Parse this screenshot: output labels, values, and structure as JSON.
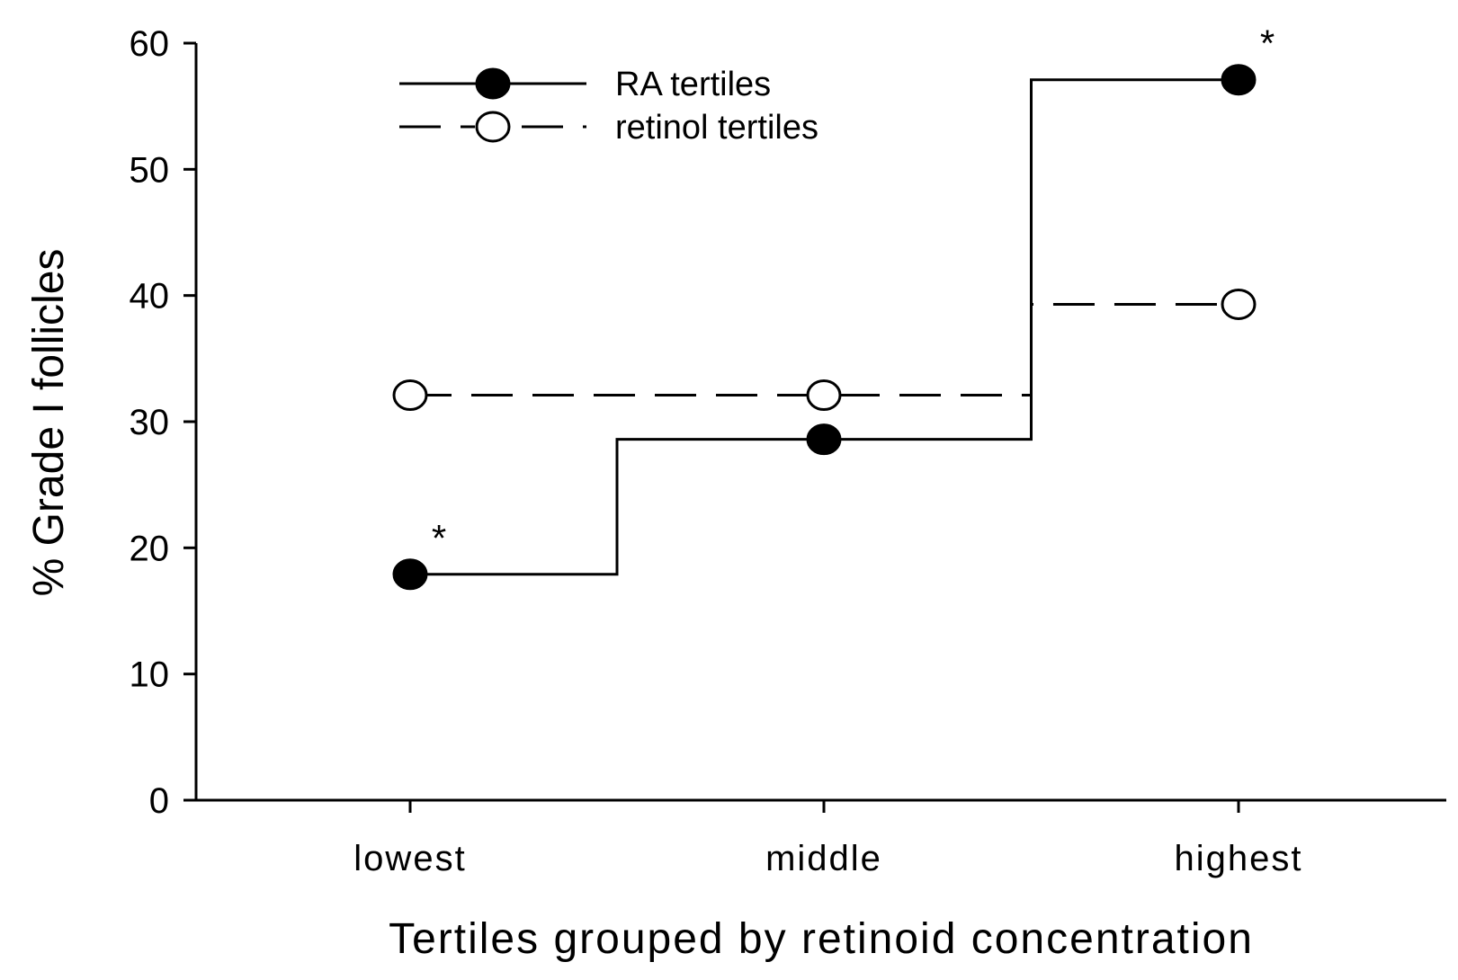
{
  "chart_data": {
    "type": "line",
    "step": true,
    "categories": [
      "lowest",
      "middle",
      "highest"
    ],
    "xlabel": "Tertiles grouped by retinoid concentration",
    "ylabel": "% Grade I follicles",
    "ylim": [
      0,
      60
    ],
    "yticks": [
      0,
      10,
      20,
      30,
      40,
      50,
      60
    ],
    "grid": false,
    "legend_position": "top-left",
    "series": [
      {
        "name": "RA tertiles",
        "marker": "filled-circle",
        "line": "solid",
        "color": "#000000",
        "values": [
          17.9,
          28.6,
          57.1
        ],
        "annotations": [
          "*",
          "",
          "*"
        ]
      },
      {
        "name": "retinol tertiles",
        "marker": "open-circle",
        "line": "dashed",
        "color": "#000000",
        "values": [
          32.1,
          32.1,
          39.3
        ],
        "annotations": [
          "",
          "",
          ""
        ]
      }
    ]
  }
}
